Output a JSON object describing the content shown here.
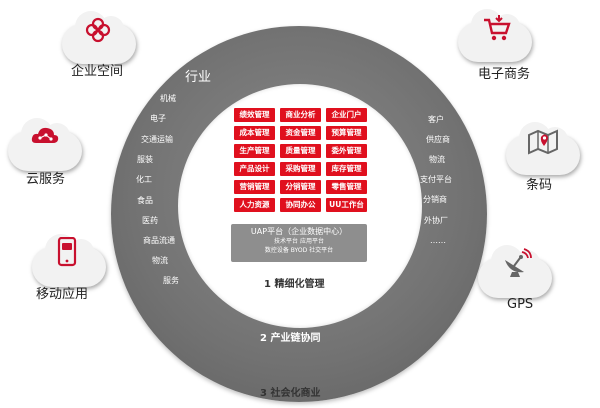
{
  "industry": {
    "title": "行业",
    "items": [
      "机械",
      "电子",
      "交通运输",
      "服装",
      "化工",
      "食品",
      "医药",
      "商品流通",
      "物流",
      "服务"
    ]
  },
  "partners": {
    "items": [
      "客户",
      "供应商",
      "物流",
      "支付平台",
      "分销商",
      "外协厂",
      "……"
    ]
  },
  "core_grid": [
    "绩效管理",
    "商业分析",
    "企业门户",
    "成本管理",
    "资金管理",
    "预算管理",
    "生产管理",
    "质量管理",
    "委外管理",
    "产品设计",
    "采购管理",
    "库存管理",
    "营销管理",
    "分销管理",
    "零售管理",
    "人力资源",
    "协同办公",
    "UU工作台"
  ],
  "platform": {
    "title": "UAP平台（企业数据中心）",
    "line1": "技术平台  应用平台",
    "line2": "数控设备  BYOD  社交平台"
  },
  "levels": {
    "level1": "1 精细化管理",
    "level2": "2 产业链协同",
    "level3": "3 社会化商业"
  },
  "left_services": {
    "enterprise_space": "企业空间",
    "cloud_service": "云服务",
    "mobile_app": "移动应用"
  },
  "right_services": {
    "ecommerce": "电子商务",
    "barcode": "条码",
    "gps": "GPS"
  },
  "colors": {
    "accent_red": "#e0101e",
    "ring_gray": "#727272",
    "platform_gray": "#8e8e8e"
  }
}
